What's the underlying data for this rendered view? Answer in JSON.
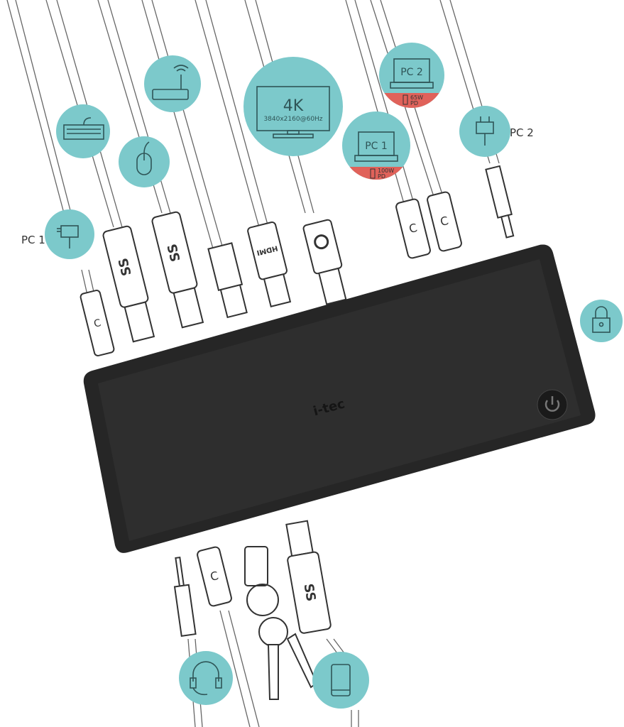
{
  "colors": {
    "accent": "#7cc9cb",
    "power_delivery": "#e0625a",
    "dock": "#262626"
  },
  "labels": {
    "pc1_power": "PC 1",
    "pc2_power": "PC 2"
  },
  "monitor": {
    "title": "4K",
    "resolution": "3840x2160@60Hz"
  },
  "pc1": {
    "label": "PC 1",
    "power": "100W",
    "pd": "PD"
  },
  "pc2": {
    "label": "PC 2",
    "power": "65W",
    "pd": "PD"
  },
  "connectors": {
    "usb_ss": "SS",
    "hdmi": "HDMI",
    "usb_c": "C"
  },
  "dock": {
    "brand": "i-tec"
  }
}
